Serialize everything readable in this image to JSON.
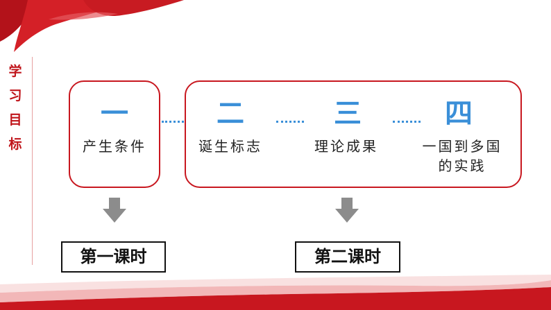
{
  "side_label": [
    "学",
    "习",
    "目",
    "标"
  ],
  "items": [
    {
      "numeral": "一",
      "label": "产生条件"
    },
    {
      "numeral": "二",
      "label": "诞生标志"
    },
    {
      "numeral": "三",
      "label": "理论成果"
    },
    {
      "numeral": "四",
      "label_line1": "一国到多国",
      "label_line2": "的实践"
    }
  ],
  "lessons": {
    "first": "第一课时",
    "second": "第二课时"
  },
  "colors": {
    "accent_red": "#c8171f",
    "numeral_blue": "#3a8fd8",
    "arrow_gray": "#8c8c8c"
  },
  "icons": {
    "arrow": "down-arrow-icon"
  }
}
